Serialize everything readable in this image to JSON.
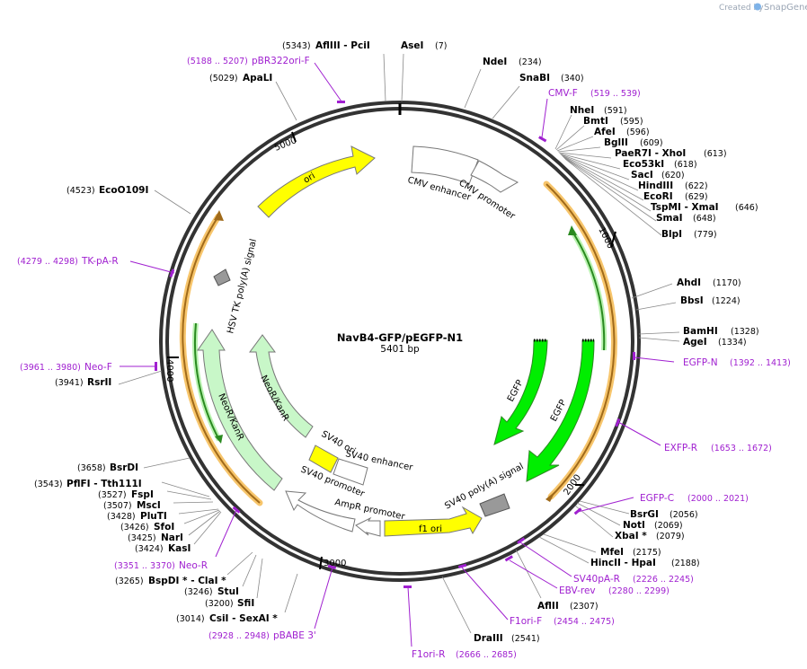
{
  "credit": {
    "prefix": "Created by",
    "brand": "SnapGene"
  },
  "plasmid": {
    "name": "NavB4-GFP/pEGFP-N1",
    "size_label": "5401 bp",
    "length": 5401
  },
  "ticks": [
    "1000",
    "2000",
    "3000",
    "4000",
    "5000"
  ],
  "features": [
    {
      "label": "CMV enhancer",
      "color": "#ffffff"
    },
    {
      "label": "CMV promoter",
      "color": "#ffffff"
    },
    {
      "label": "EGFP",
      "color": "#00ee00"
    },
    {
      "label": "EGFP",
      "color": "#00ee00"
    },
    {
      "label": "SV40 poly(A) signal",
      "color": "#999999"
    },
    {
      "label": "f1 ori",
      "color": "#ffff00"
    },
    {
      "label": "AmpR promoter",
      "color": "#ffffff"
    },
    {
      "label": "SV40 promoter",
      "color": "#ffffff"
    },
    {
      "label": "SV40 ori",
      "color": "#ffff00"
    },
    {
      "label": "SV40 enhancer",
      "color": "#ffffff"
    },
    {
      "label": "NeoR/KanR",
      "color": "#c8f7c8"
    },
    {
      "label": "NeoR/KanR",
      "color": "#c8f7c8"
    },
    {
      "label": "HSV TK poly(A) signal",
      "color": "#999999"
    },
    {
      "label": "ori",
      "color": "#ffff00"
    }
  ],
  "sites": [
    {
      "name": "AflIII - PciI",
      "pos": "(5343)"
    },
    {
      "name": "AseI",
      "pos": "(7)"
    },
    {
      "name": "NdeI",
      "pos": "(234)"
    },
    {
      "name": "SnaBI",
      "pos": "(340)"
    },
    {
      "name": "NheI",
      "pos": "(591)"
    },
    {
      "name": "BmtI",
      "pos": "(595)"
    },
    {
      "name": "AfeI",
      "pos": "(596)"
    },
    {
      "name": "BglII",
      "pos": "(609)"
    },
    {
      "name": "PaeR7I - XhoI",
      "pos": "(613)"
    },
    {
      "name": "Eco53kI",
      "pos": "(618)"
    },
    {
      "name": "SacI",
      "pos": "(620)"
    },
    {
      "name": "HindIII",
      "pos": "(622)"
    },
    {
      "name": "EcoRI",
      "pos": "(629)"
    },
    {
      "name": "TspMI - XmaI",
      "pos": "(646)"
    },
    {
      "name": "SmaI",
      "pos": "(648)"
    },
    {
      "name": "BlpI",
      "pos": "(779)"
    },
    {
      "name": "AhdI",
      "pos": "(1170)"
    },
    {
      "name": "BbsI",
      "pos": "(1224)"
    },
    {
      "name": "BamHI",
      "pos": "(1328)"
    },
    {
      "name": "AgeI",
      "pos": "(1334)"
    },
    {
      "name": "BsrGI",
      "pos": "(2056)"
    },
    {
      "name": "NotI",
      "pos": "(2069)"
    },
    {
      "name": "XbaI *",
      "pos": "(2079)"
    },
    {
      "name": "MfeI",
      "pos": "(2175)"
    },
    {
      "name": "HincII - HpaI",
      "pos": "(2188)"
    },
    {
      "name": "AflII",
      "pos": "(2307)"
    },
    {
      "name": "DraIII",
      "pos": "(2541)"
    },
    {
      "name": "CsiI - SexAI *",
      "pos": "(3014)"
    },
    {
      "name": "SfiI",
      "pos": "(3200)"
    },
    {
      "name": "StuI",
      "pos": "(3246)"
    },
    {
      "name": "BspDI * - ClaI *",
      "pos": "(3265)"
    },
    {
      "name": "KasI",
      "pos": "(3424)"
    },
    {
      "name": "NarI",
      "pos": "(3425)"
    },
    {
      "name": "SfoI",
      "pos": "(3426)"
    },
    {
      "name": "PluTI",
      "pos": "(3428)"
    },
    {
      "name": "MscI",
      "pos": "(3507)"
    },
    {
      "name": "FspI",
      "pos": "(3527)"
    },
    {
      "name": "PflFI - Tth111I",
      "pos": "(3543)"
    },
    {
      "name": "BsrDI",
      "pos": "(3658)"
    },
    {
      "name": "RsrII",
      "pos": "(3941)"
    },
    {
      "name": "EcoO109I",
      "pos": "(4523)"
    },
    {
      "name": "ApaLI",
      "pos": "(5029)"
    }
  ],
  "primers": [
    {
      "name": "pBR322ori-F",
      "range": "(5188 .. 5207)"
    },
    {
      "name": "CMV-F",
      "range": "(519 .. 539)"
    },
    {
      "name": "EGFP-N",
      "range": "(1392 .. 1413)"
    },
    {
      "name": "EXFP-R",
      "range": "(1653 .. 1672)"
    },
    {
      "name": "EGFP-C",
      "range": "(2000 .. 2021)"
    },
    {
      "name": "SV40pA-R",
      "range": "(2226 .. 2245)"
    },
    {
      "name": "EBV-rev",
      "range": "(2280 .. 2299)"
    },
    {
      "name": "F1ori-F",
      "range": "(2454 .. 2475)"
    },
    {
      "name": "F1ori-R",
      "range": "(2666 .. 2685)"
    },
    {
      "name": "pBABE 3'",
      "range": "(2928 .. 2948)"
    },
    {
      "name": "Neo-R",
      "range": "(3351 .. 3370)"
    },
    {
      "name": "Neo-F",
      "range": "(3961 .. 3980)"
    },
    {
      "name": "TK-pA-R",
      "range": "(4279 .. 4298)"
    }
  ]
}
